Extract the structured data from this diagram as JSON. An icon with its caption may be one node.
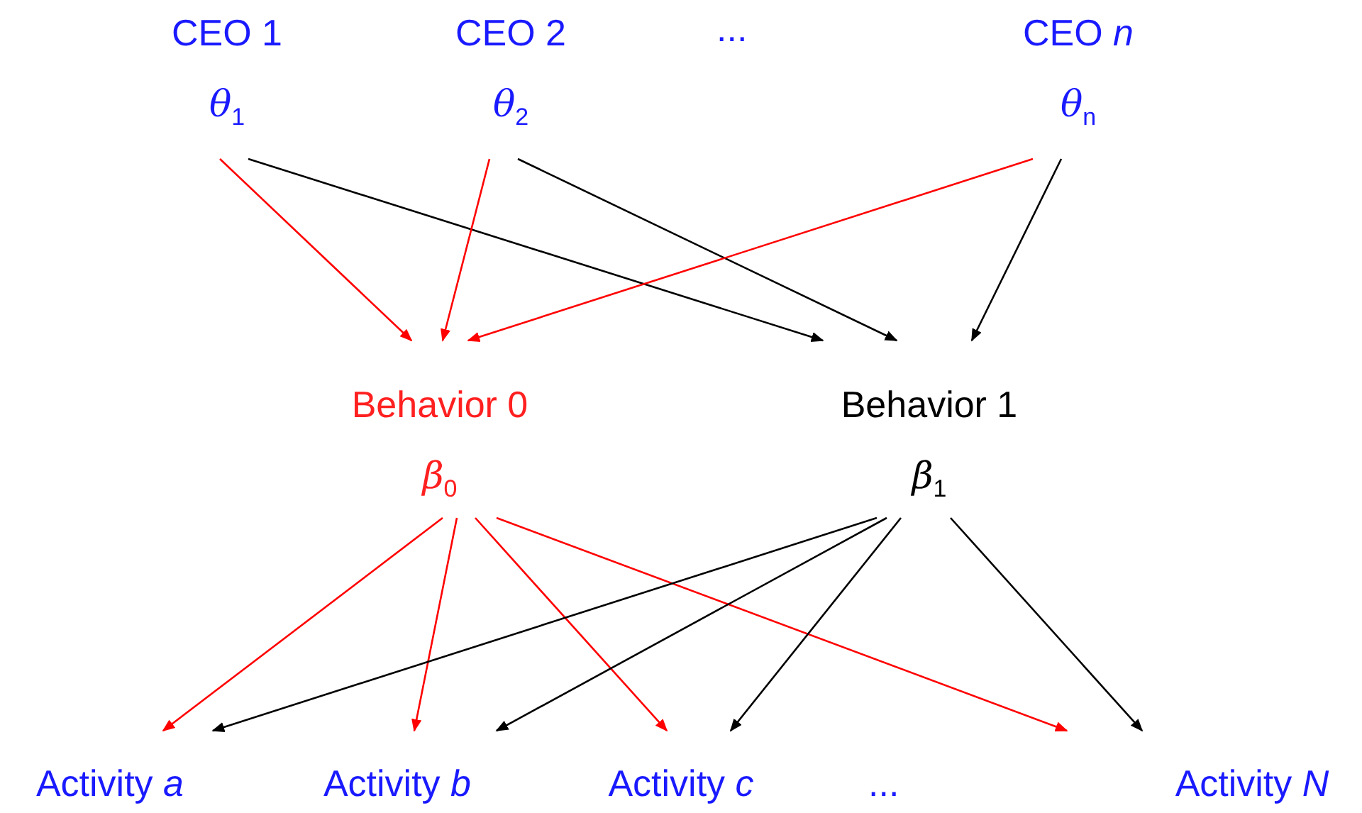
{
  "diagram": {
    "nodes": [
      {
        "text": [
          "CEO 1",
          "θ$_{1}$"
        ]
      },
      {
        "text": [
          "CEO 2",
          "θ$_{2}$"
        ]
      },
      {
        "text": [
          "CEO *n*",
          "θ$_{n}$"
        ]
      },
      {
        "text": [
          "Behavior 0",
          "β$_{0}$"
        ]
      },
      {
        "text": [
          "Behavior 1",
          "β$_{1}$"
        ]
      },
      {
        "text": [
          "Activity *a*"
        ]
      },
      {
        "text": [
          "Activity *b*"
        ]
      },
      {
        "text": [
          "Activity *c*"
        ]
      },
      {
        "text": [
          "Activity *N*"
        ]
      }
    ],
    "edges": [
      {
        "from": 0,
        "to": 3,
        "arrow": "to",
        "color": "#ff0000"
      },
      {
        "from": 0,
        "to": 4,
        "arrow": "to",
        "color": "#000000"
      },
      {
        "from": 1,
        "to": 3,
        "arrow": "to",
        "color": "#ff0000"
      },
      {
        "from": 1,
        "to": 4,
        "arrow": "to",
        "color": "#000000"
      },
      {
        "from": 2,
        "to": 3,
        "arrow": "to",
        "color": "#ff0000"
      },
      {
        "from": 2,
        "to": 4,
        "arrow": "to",
        "color": "#000000"
      },
      {
        "from": 3,
        "to": 5,
        "arrow": "to",
        "color": "#ff0000"
      },
      {
        "from": 3,
        "to": 6,
        "arrow": "to",
        "color": "#ff0000"
      },
      {
        "from": 3,
        "to": 7,
        "arrow": "to",
        "color": "#ff0000"
      },
      {
        "from": 3,
        "to": 8,
        "arrow": "to",
        "color": "#ff0000"
      },
      {
        "from": 4,
        "to": 5,
        "arrow": "to",
        "color": "#000000"
      },
      {
        "from": 4,
        "to": 6,
        "arrow": "to",
        "color": "#000000"
      },
      {
        "from": 4,
        "to": 7,
        "arrow": "to",
        "color": "#000000"
      },
      {
        "from": 4,
        "to": 8,
        "arrow": "to",
        "color": "#000000"
      }
    ],
    "labels": [
      "...",
      "..."
    ]
  }
}
